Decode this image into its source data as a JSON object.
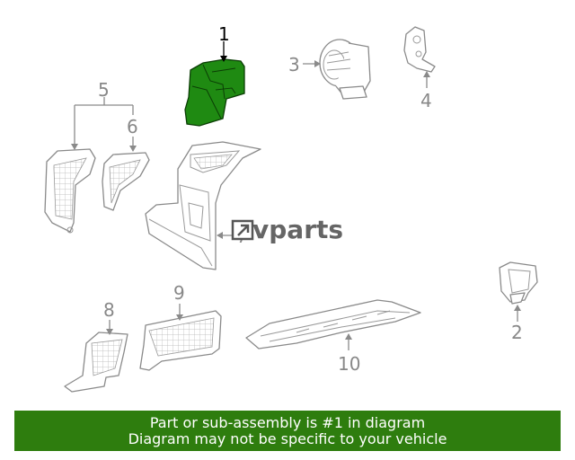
{
  "diagram": {
    "callouts": [
      {
        "id": "1",
        "label": "1",
        "highlighted": true
      },
      {
        "id": "2",
        "label": "2",
        "highlighted": false
      },
      {
        "id": "3",
        "label": "3",
        "highlighted": false
      },
      {
        "id": "4",
        "label": "4",
        "highlighted": false
      },
      {
        "id": "5",
        "label": "5",
        "highlighted": false
      },
      {
        "id": "6",
        "label": "6",
        "highlighted": false
      },
      {
        "id": "7",
        "label": "7",
        "highlighted": false
      },
      {
        "id": "8",
        "label": "8",
        "highlighted": false
      },
      {
        "id": "9",
        "label": "9",
        "highlighted": false
      },
      {
        "id": "10",
        "label": "10",
        "highlighted": false
      }
    ],
    "highlight_color": "#1f8a12",
    "line_color": "#8a8a8a"
  },
  "watermark": {
    "text": "vparts",
    "color": "#555555"
  },
  "banner": {
    "line1": "Part or sub-assembly is #1 in diagram",
    "line2": "Diagram may not be specific to your vehicle",
    "background": "#2e7d0e",
    "text_color": "#ffffff"
  }
}
